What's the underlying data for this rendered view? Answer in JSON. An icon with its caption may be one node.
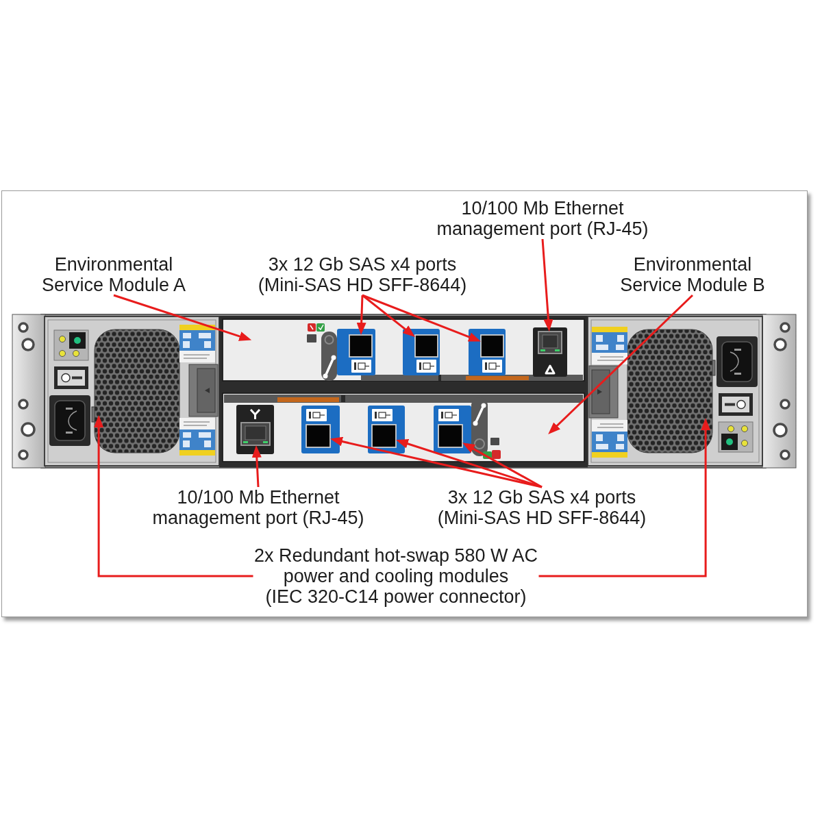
{
  "diagram": {
    "nodes": [
      {
        "text": [
          "Environmental Service Module A"
        ]
      },
      {
        "text": [
          "3x 12 Gb SAS x4 ports (Mini-SAS HD SFF-8644)"
        ]
      },
      {
        "text": [
          "10/100 Mb Ethernet management port (RJ-45)"
        ]
      },
      {
        "text": [
          "Environmental Service Module B"
        ]
      },
      {
        "text": [
          "10/100 Mb Ethernet management port (RJ-45)"
        ]
      },
      {
        "text": [
          "3x 12 Gb SAS x4 ports (Mini-SAS HD SFF-8644)"
        ]
      },
      {
        "text": [
          "2x Redundant hot-swap 580 W AC power and cooling modules",
          "(IEC 320-C14 power connector)"
        ]
      },
      {
        "text": [],
        "shape": "box"
      },
      {
        "text": [],
        "shape": "box"
      },
      {
        "text": [],
        "shape": "box",
        "in": 8
      },
      {
        "text": [],
        "shape": "box",
        "in": 8
      },
      {
        "text": [],
        "shape": "box",
        "in": 8
      },
      {
        "text": [],
        "shape": "box",
        "in": 8
      },
      {
        "text": [],
        "shape": "box"
      },
      {
        "text": [],
        "shape": "box",
        "in": 13
      },
      {
        "text": [],
        "shape": "box",
        "in": 13
      },
      {
        "text": [],
        "shape": "box",
        "in": 13
      },
      {
        "text": [],
        "shape": "box",
        "in": 13
      },
      {
        "text": [],
        "shape": "box"
      }
    ],
    "edges": [
      {
        "from": 0,
        "to": 8,
        "arrow": "to"
      },
      {
        "from": 1,
        "to": 9,
        "arrow": "to"
      },
      {
        "from": 1,
        "to": 10,
        "arrow": "to"
      },
      {
        "from": 1,
        "to": 11,
        "arrow": "to"
      },
      {
        "from": 2,
        "to": 12,
        "arrow": "to"
      },
      {
        "from": 3,
        "to": 13,
        "arrow": "to"
      },
      {
        "from": 4,
        "to": 14,
        "arrow": "to"
      },
      {
        "from": 5,
        "to": 15,
        "arrow": "to"
      },
      {
        "from": 5,
        "to": 16,
        "arrow": "to"
      },
      {
        "from": 5,
        "to": 17,
        "arrow": "to"
      },
      {
        "from": 6,
        "to": 7,
        "arrow": "to"
      },
      {
        "from": 6,
        "to": 18,
        "arrow": "to"
      }
    ]
  }
}
